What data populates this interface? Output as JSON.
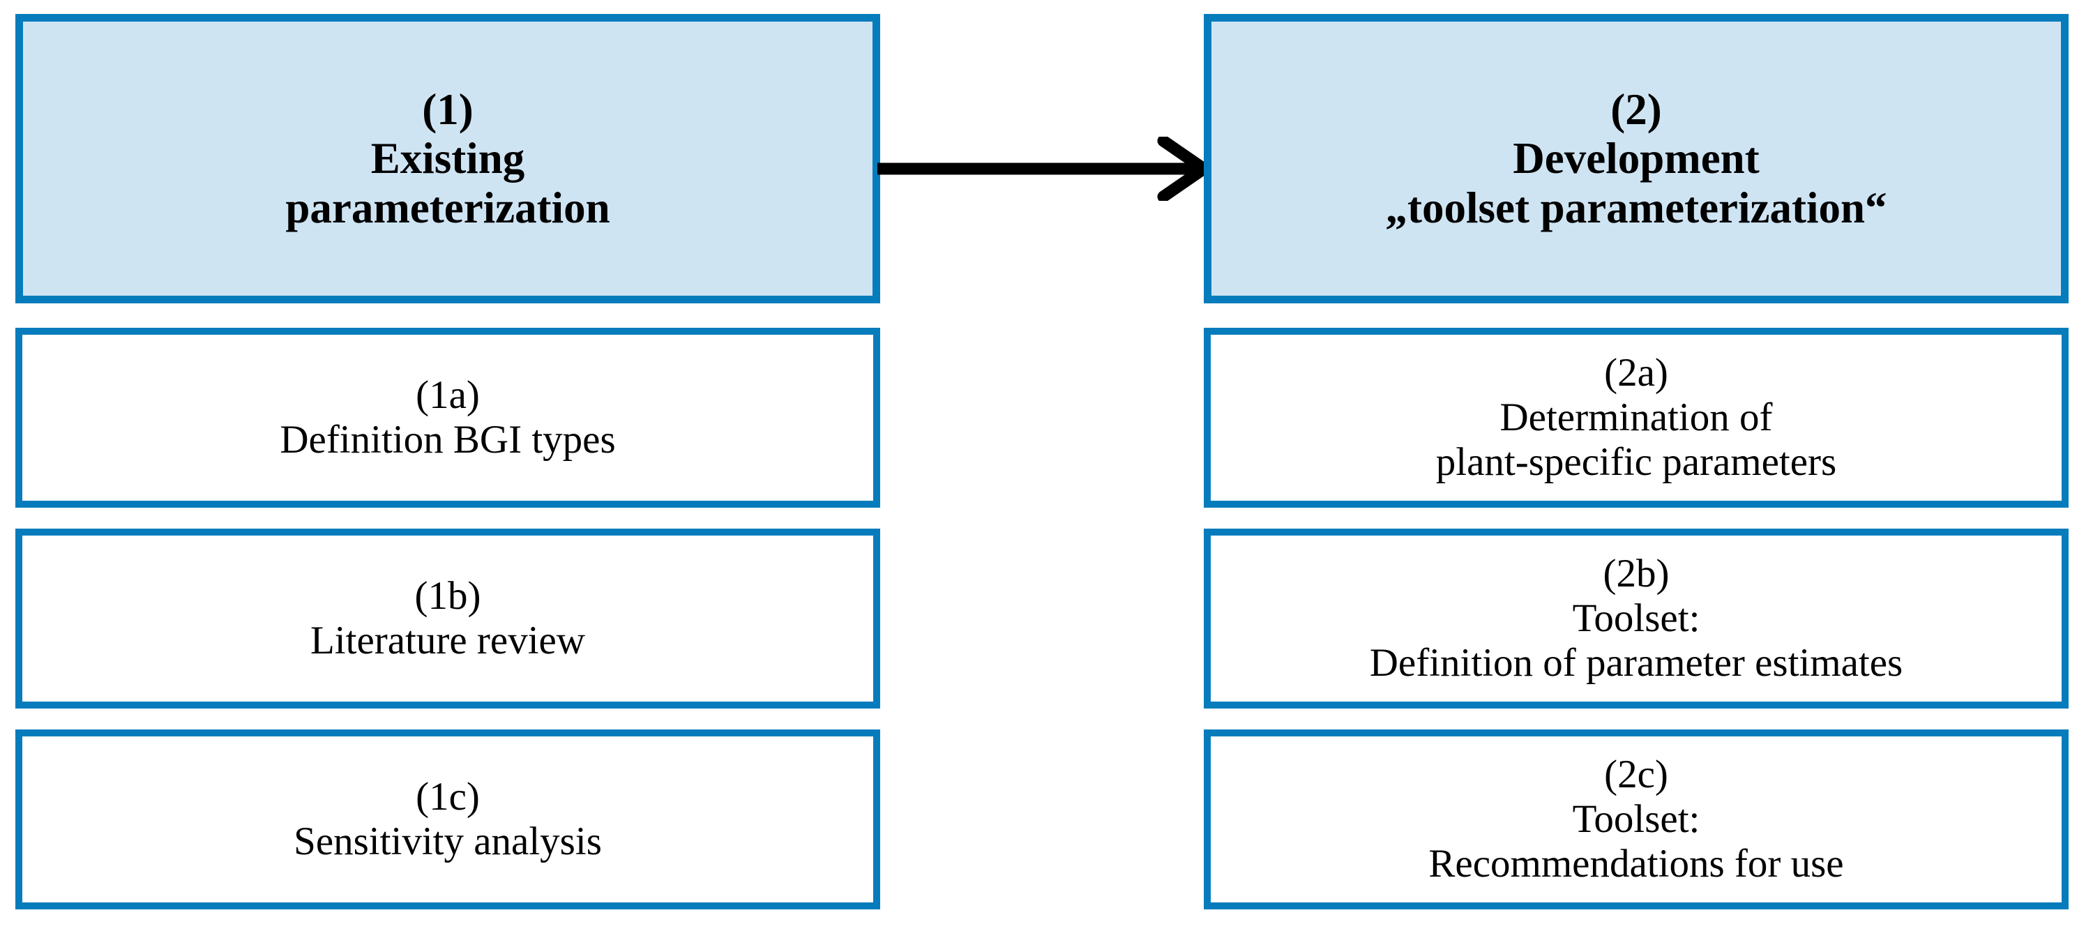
{
  "diagram": {
    "type": "two-column-flow",
    "colors": {
      "border": "#077CBC",
      "header_fill": "#CFE4F3",
      "box_fill": "#FFFFFF",
      "text": "#000000",
      "arrow": "#000000"
    },
    "columns": [
      {
        "id": "column-1",
        "header": {
          "number": "(1)",
          "line1": "Existing",
          "line2": "parameterization"
        },
        "steps": [
          {
            "number": "(1a)",
            "line1": "Definition BGI types",
            "line2": ""
          },
          {
            "number": "(1b)",
            "line1": "Literature review",
            "line2": ""
          },
          {
            "number": "(1c)",
            "line1": "Sensitivity analysis",
            "line2": ""
          }
        ]
      },
      {
        "id": "column-2",
        "header": {
          "number": "(2)",
          "line1": "Development",
          "line2": "„toolset parameterization“"
        },
        "steps": [
          {
            "number": "(2a)",
            "line1": "Determination of",
            "line2": "plant-specific parameters"
          },
          {
            "number": "(2b)",
            "line1": "Toolset:",
            "line2": "Definition of parameter estimates"
          },
          {
            "number": "(2c)",
            "line1": "Toolset:",
            "line2": "Recommendations for use"
          }
        ]
      }
    ],
    "connector": {
      "name": "arrow-right",
      "from": "column-1-header",
      "to": "column-2-header",
      "direction": "right"
    }
  }
}
